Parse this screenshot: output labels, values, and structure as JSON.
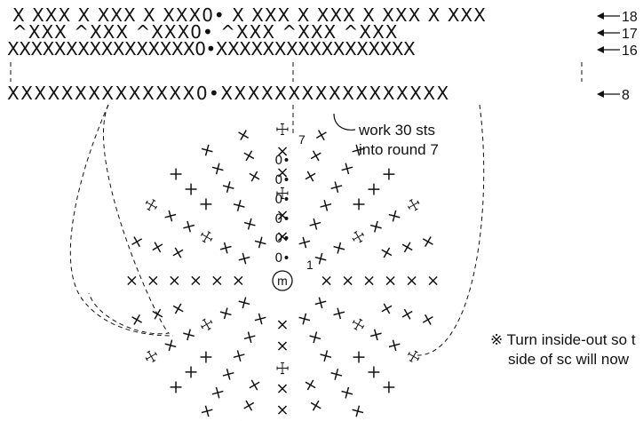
{
  "rows": {
    "row18": {
      "label": "18",
      "pattern": "X XXX X XXX X XXX0• X XXX X XXX X XXX X XXX"
    },
    "row17": {
      "label": "17",
      "pattern": "^XXX ^XXX ^XXX0• ^XXX ^XXX ^XXX"
    },
    "row16": {
      "label": "16",
      "pattern": "XXXXXXXXXXXXXXXX0•XXXXXXXXXXXXXXXXX"
    },
    "row8": {
      "label": "8",
      "pattern": "XXXXXXXXXXXXXX0•XXXXXXXXXXXXXXXXX"
    }
  },
  "annotations": {
    "work_line1": "work 30 sts",
    "work_line2": "into round 7",
    "turn_line1": "※ Turn inside-out so t",
    "turn_line2": "side of sc will now"
  },
  "round_labels": {
    "r7": "7",
    "r1": "1"
  },
  "center_marker": "m",
  "colors": {
    "ink": "#111111",
    "background": "#ffffff"
  }
}
